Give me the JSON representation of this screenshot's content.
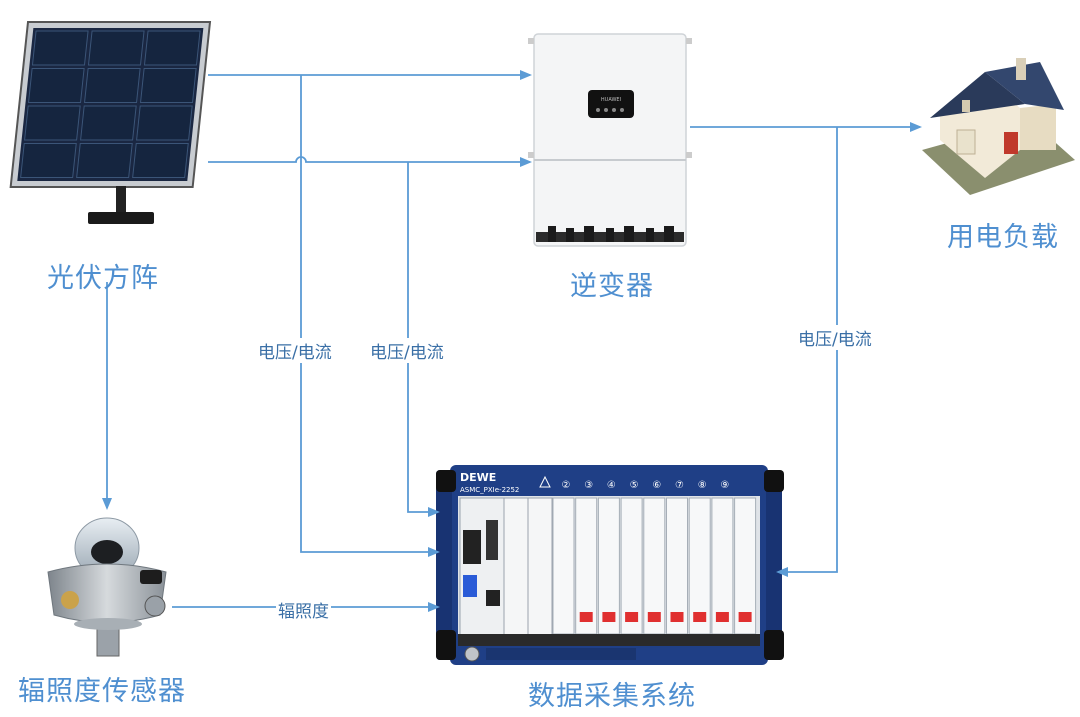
{
  "nodes": {
    "pv_array": {
      "label": "光伏方阵"
    },
    "inverter": {
      "label": "逆变器",
      "brand": "HUAWEI"
    },
    "load": {
      "label": "用电负载"
    },
    "irradiance_sensor": {
      "label": "辐照度传感器"
    },
    "daq_system": {
      "label": "数据采集系统",
      "brand": "DEWE",
      "model": "ASMC_PXIe-2252",
      "slot_numbers": [
        "②",
        "③",
        "④",
        "⑤",
        "⑥",
        "⑦",
        "⑧",
        "⑨"
      ]
    }
  },
  "edges": {
    "pv_to_daq_1": {
      "label": "电压/电流"
    },
    "pv_to_daq_2": {
      "label": "电压/电流"
    },
    "inverter_to_daq": {
      "label": "电压/电流"
    },
    "sensor_to_daq": {
      "label": "辐照度"
    }
  },
  "colors": {
    "line": "#5b9bd5",
    "label_text": "#4f8fd0",
    "chassis_blue": "#1f3f86",
    "panel_cell": "#15253f",
    "card_red": "#e03030",
    "roof": "#2a3a5a"
  }
}
